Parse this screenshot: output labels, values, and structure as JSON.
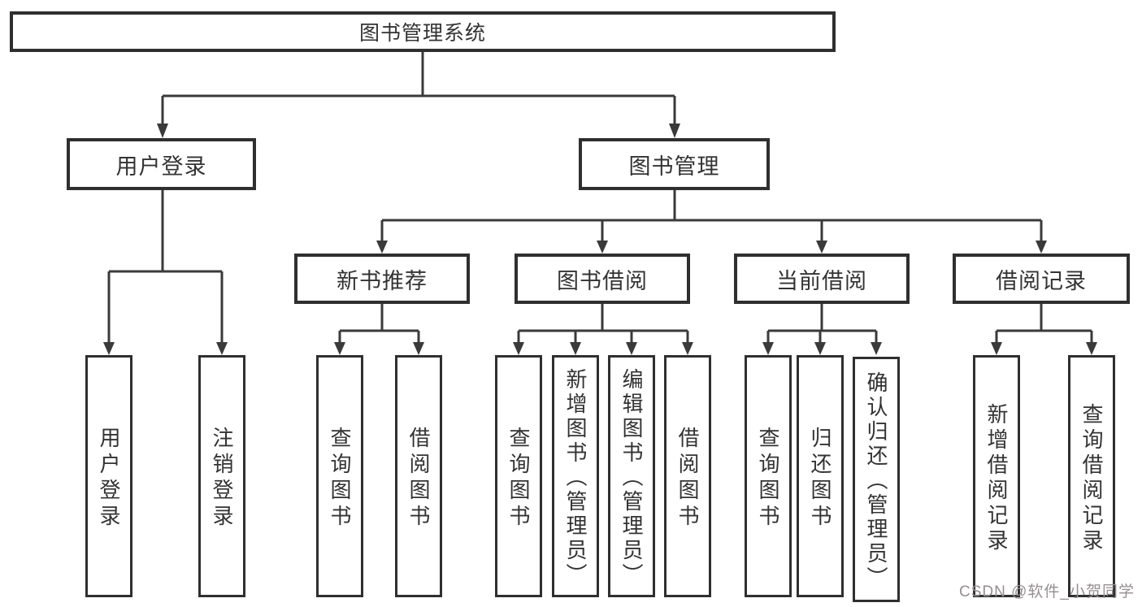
{
  "colors": {
    "line": "#3a3a3a",
    "box_border": "#2f2f2f",
    "text": "#333333",
    "background": "#ffffff",
    "watermark": "#968e90"
  },
  "tree": {
    "root": {
      "label": "图书管理系统"
    },
    "children": [
      {
        "label": "用户登录",
        "leaves": [
          {
            "label": "用户登录"
          },
          {
            "label": "注销登录"
          }
        ]
      },
      {
        "label": "图书管理",
        "children": [
          {
            "label": "新书推荐",
            "leaves": [
              {
                "label": "查询图书"
              },
              {
                "label": "借阅图书"
              }
            ]
          },
          {
            "label": "图书借阅",
            "leaves": [
              {
                "label": "查询图书"
              },
              {
                "label": "新增图书（管理员）"
              },
              {
                "label": "编辑图书（管理员）"
              },
              {
                "label": "借阅图书"
              }
            ]
          },
          {
            "label": "当前借阅",
            "leaves": [
              {
                "label": "查询图书"
              },
              {
                "label": "归还图书"
              },
              {
                "label": "确认归还（管理员）"
              }
            ]
          },
          {
            "label": "借阅记录",
            "leaves": [
              {
                "label": "新增借阅记录"
              },
              {
                "label": "查询借阅记录"
              }
            ]
          }
        ]
      }
    ]
  },
  "watermark": {
    "text": "CSDN @软件_小贺同学"
  }
}
